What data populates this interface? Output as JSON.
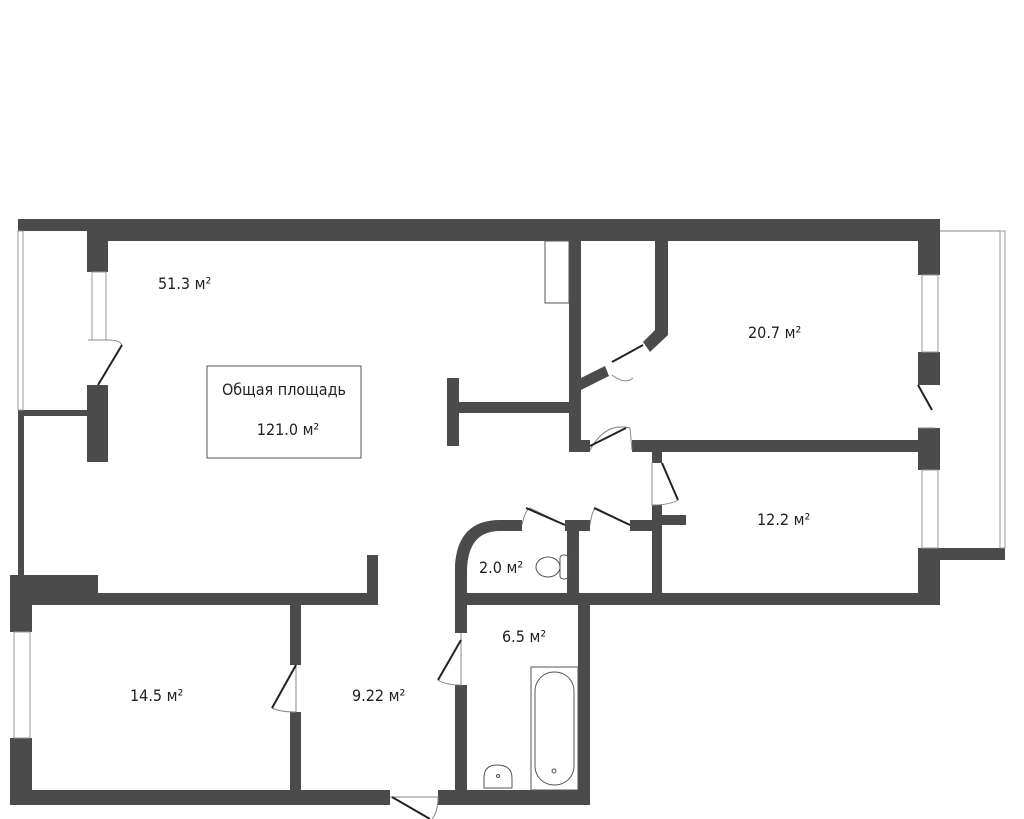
{
  "plan": {
    "total_area_label": "Общая площадь",
    "total_area_value": "121.0 м²",
    "wall_color": "#4b4b4b",
    "rooms": [
      {
        "name": "living",
        "area": "51.3 м²"
      },
      {
        "name": "bedroom-top-right",
        "area": "20.7 м²"
      },
      {
        "name": "bedroom-right",
        "area": "12.2 м²"
      },
      {
        "name": "toilet",
        "area": "2.0 м²"
      },
      {
        "name": "bathroom",
        "area": "6.5 м²"
      },
      {
        "name": "bedroom-bottom-left",
        "area": "14.5 м²"
      },
      {
        "name": "hall",
        "area": "9.22 м²"
      }
    ]
  }
}
